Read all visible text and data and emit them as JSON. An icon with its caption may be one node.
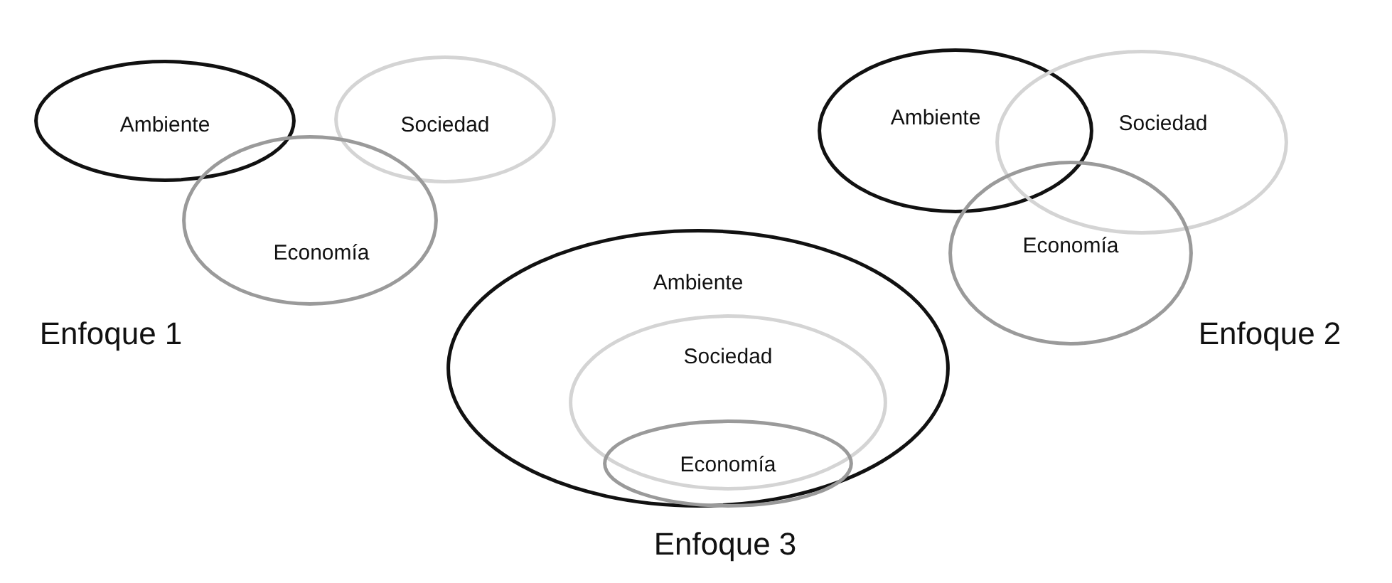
{
  "diagram": {
    "nodes": [
      {
        "text": [
          "Ambiente"
        ]
      },
      {
        "text": [
          "Sociedad"
        ]
      },
      {
        "text": [
          "Economía"
        ]
      },
      {
        "text": [
          "Ambiente"
        ]
      },
      {
        "text": [
          "Sociedad"
        ]
      },
      {
        "text": [
          "Economía"
        ]
      },
      {
        "text": [
          "Ambiente"
        ]
      },
      {
        "text": [
          "Sociedad"
        ],
        "in": 6
      },
      {
        "text": [
          "Economía"
        ],
        "in": 6
      }
    ],
    "edges": [],
    "labels": [
      "Enfoque 1",
      "Enfoque 2",
      "Enfoque 3"
    ]
  }
}
